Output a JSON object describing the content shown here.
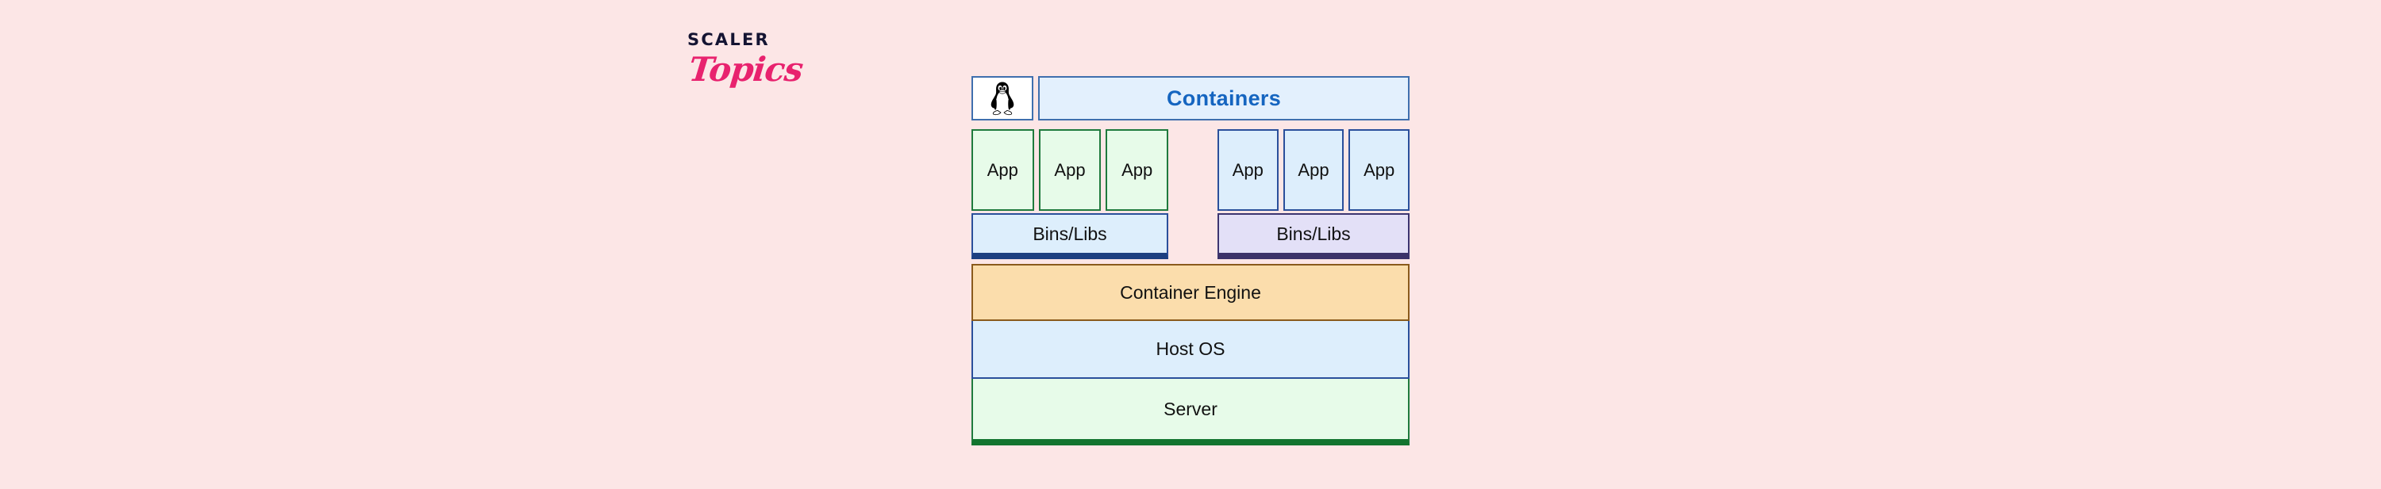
{
  "background_color": "#fce6e6",
  "logo": {
    "primary_text": "SCALER",
    "secondary_text": "Topics",
    "primary_color": "#141432",
    "secondary_color": "#e8226e"
  },
  "diagram": {
    "title": "Containers",
    "title_color": "#1565c0",
    "os_icon": "linux-penguin-icon",
    "containers": [
      {
        "name": "container-group-left",
        "apps": [
          "App",
          "App",
          "App"
        ],
        "app_fill": "#e7fbe9",
        "app_border": "#1f7a3d",
        "bins_label": "Bins/Libs",
        "bins_fill": "#ddeefc",
        "bins_border": "#2a4f9b"
      },
      {
        "name": "container-group-right",
        "apps": [
          "App",
          "App",
          "App"
        ],
        "app_fill": "#ddeefc",
        "app_border": "#2a4f9b",
        "bins_label": "Bins/Libs",
        "bins_fill": "#e3e0f7",
        "bins_border": "#3c3570"
      }
    ],
    "stack": [
      {
        "label": "Container Engine",
        "fill": "#fbddac",
        "border": "#8a5a1c"
      },
      {
        "label": "Host OS",
        "fill": "#ddeefc",
        "border": "#2a4f9b"
      },
      {
        "label": "Server",
        "fill": "#e7fbe9",
        "border": "#1f7a3d"
      }
    ]
  }
}
